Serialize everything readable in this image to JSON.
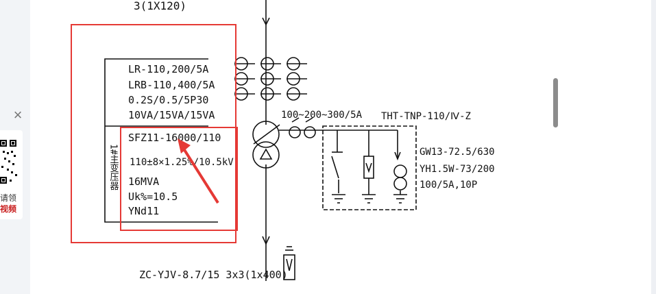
{
  "sidebar_widget": {
    "close_icon": "close-icon",
    "qr_caption_1": "请领",
    "qr_caption_2": "视频",
    "qr_caption_color": "#c81e1e"
  },
  "drawing": {
    "top_cable": "3(1X120)",
    "box_lines": [
      "LR-110,200/5A",
      "LRB-110,400/5A",
      "0.2S/0.5/5P30",
      "10VA/15VA/15VA"
    ],
    "transformer_lines": [
      "SFZ11-16000/110",
      "110±8×1.25%/10.5kV",
      "16MVA",
      "Uk%=10.5",
      "YNd11"
    ],
    "vertical_label": "1#主变压器",
    "ct_label": "100~200~300/5A",
    "neutral_label": "THT-TNP-110/Ⅳ-Z",
    "neutral_lines": [
      "GW13-72.5/630",
      "YH1.5W-73/200",
      "100/5A,10P"
    ],
    "bottom_cable": "ZC-YJV-8.7/15 3x3(1x400)",
    "highlight_color": "#e53935"
  }
}
